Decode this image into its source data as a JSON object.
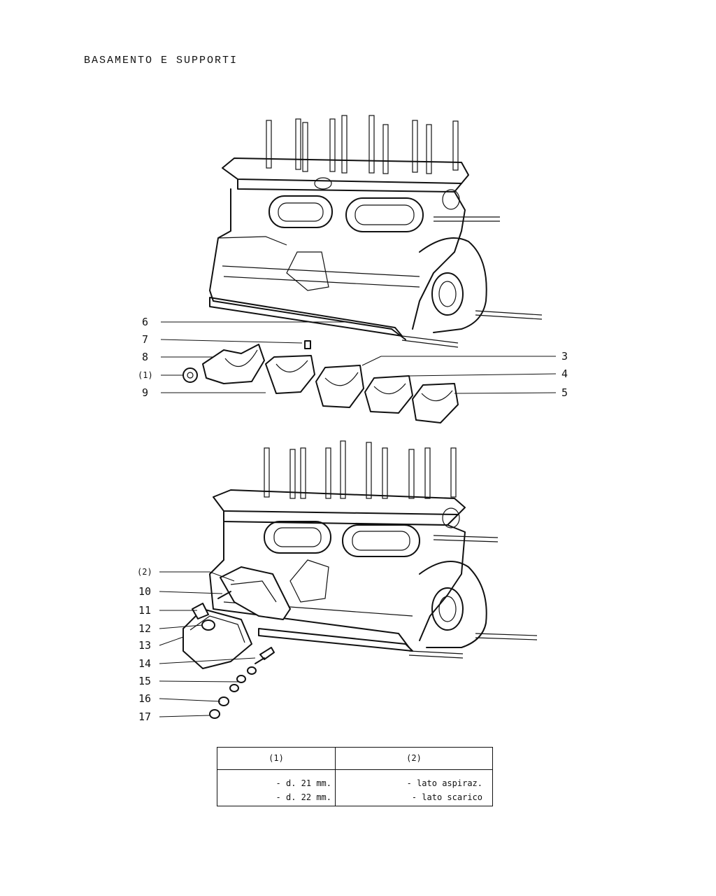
{
  "title": "BASAMENTO E SUPPORTI",
  "labels_top_left": [
    "6",
    "7",
    "8",
    "(1)",
    "9"
  ],
  "labels_top_right": [
    "3",
    "4",
    "5"
  ],
  "labels_bottom": [
    "(2)",
    "10",
    "11",
    "12",
    "13",
    "14",
    "15",
    "16",
    "17"
  ],
  "legend": {
    "col1_header": "(1)",
    "col2_header": "(2)",
    "col1_rows": [
      "- d. 21 mm.",
      "- d. 22 mm."
    ],
    "col2_rows": [
      "- lato aspiraz.",
      "- lato scarico"
    ]
  }
}
